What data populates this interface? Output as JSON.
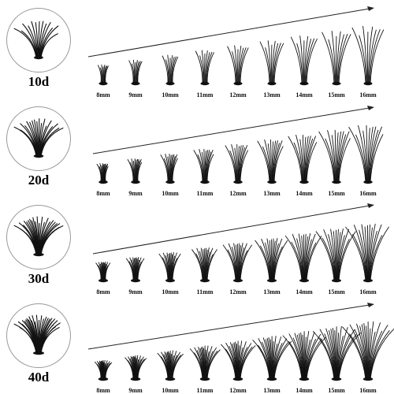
{
  "colors": {
    "lash": "#111111",
    "circle_border": "#9a9a9a",
    "text": "#000000"
  },
  "lengths": [
    "8mm",
    "9mm",
    "10mm",
    "11mm",
    "12mm",
    "13mm",
    "14mm",
    "15mm",
    "16mm"
  ],
  "length_values_mm": [
    8,
    9,
    10,
    11,
    12,
    13,
    14,
    15,
    16
  ],
  "rows": [
    {
      "label": "10d",
      "density": 10
    },
    {
      "label": "20d",
      "density": 20
    },
    {
      "label": "30d",
      "density": 30
    },
    {
      "label": "40d",
      "density": 40
    }
  ]
}
